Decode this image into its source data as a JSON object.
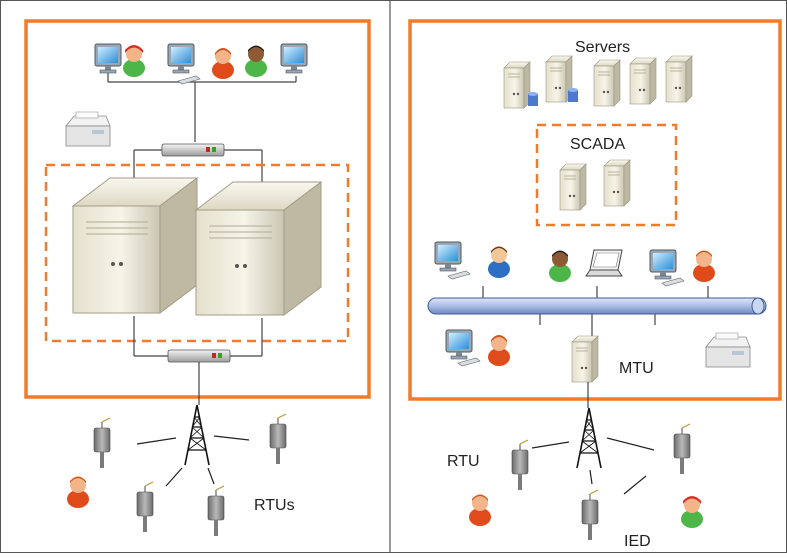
{
  "left": {
    "rtus_label": "RTUs"
  },
  "right": {
    "servers_label": "Servers",
    "scada_label": "SCADA",
    "mtu_label": "MTU",
    "rtu_label": "RTU",
    "ied_label": "IED"
  },
  "colors": {
    "frame_orange": "#ef7b2f",
    "bus_blue": "#a9bde4",
    "background": "#ffffff"
  }
}
